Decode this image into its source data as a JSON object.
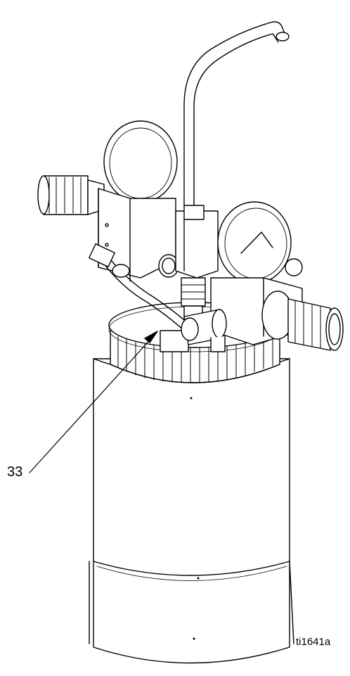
{
  "callout": {
    "number": "33"
  },
  "figure": {
    "id": "ti1641a"
  },
  "colors": {
    "line": "#000000",
    "background": "#ffffff"
  },
  "parts": {
    "lid": "pressure-cup-lid",
    "cup": "pressure-cup-canister",
    "tube": "fluid-tube",
    "gauges": [
      "left-pressure-gauge",
      "right-pressure-gauge"
    ],
    "regulators": [
      "left-regulator-knob",
      "right-regulator-knob"
    ]
  }
}
